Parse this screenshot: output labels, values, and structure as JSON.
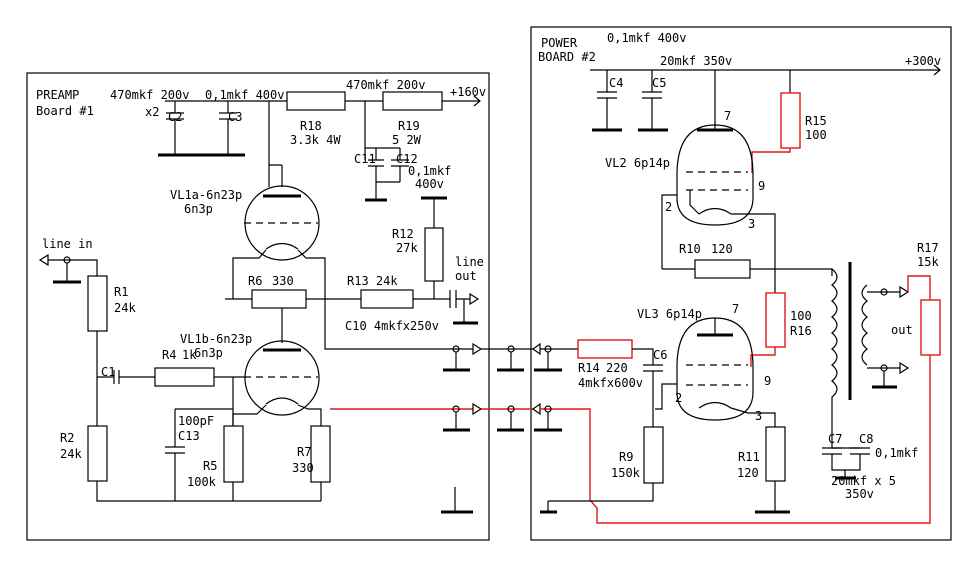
{
  "preamp": {
    "title": "PREAMP",
    "board": "Board #1",
    "c2c3_value": "470mkf 200v",
    "x2": "x2",
    "c2": "C2",
    "c3": "C3",
    "top_cap": "0,1mkf 400v",
    "c11_value": "470mkf 200v",
    "supply": "+160v",
    "r18": "R18",
    "r18_value": "3.3k 4W",
    "r19": "R19",
    "r19_value": "5 2W",
    "c11": "C11",
    "c12": "C12",
    "c12_value": "0,1mkf",
    "c12_voltage": "400v",
    "vl1a": "VL1a-6n23p",
    "vl1a_alt": "6n3p",
    "r12": "R12",
    "r12_value": "27k",
    "line_out_1": "line",
    "line_out_2": "out",
    "line_in": "line in",
    "r6": "R6",
    "r6_value": "330",
    "r13": "R13 24k",
    "c10": "C10 4mkfx250v",
    "r1": "R1",
    "r1_value": "24k",
    "vl1b": "VL1b-6n23p",
    "vl1b_alt": "6n3p",
    "r4": "R4",
    "r4_value": "1k",
    "c1": "C1",
    "c13_value": "100pF",
    "c13": "C13",
    "r2": "R2",
    "r2_value": "24k",
    "r5": "R5",
    "r5_value": "100k",
    "r7": "R7",
    "r7_value": "330"
  },
  "power": {
    "title": "POWER",
    "board": "BOARD #2",
    "top_cap": "0,1mkf 400v",
    "c4c5_value": "20mkf 350v",
    "supply": "+300v",
    "c4": "C4",
    "c5": "C5",
    "r15": "R15",
    "r15_value": "100",
    "vl2": "VL2 6p14p",
    "pin7": "7",
    "pin9": "9",
    "pin2": "2",
    "pin3": "3",
    "r10": "R10",
    "r10_value": "120",
    "r17": "R17",
    "r17_value": "15k",
    "vl3": "VL3 6p14p",
    "r16_value": "100",
    "r16": "R16",
    "out": "out",
    "r14": "R14",
    "r14_value": "220",
    "c6": "C6",
    "c6_value": "4mkfx600v",
    "c7": "C7",
    "c8": "C8",
    "c8_value": "0,1mkf",
    "r9": "R9",
    "r9_value": "150k",
    "r11": "R11",
    "r11_value": "120",
    "c7_value": "20mkf x 5",
    "c7_voltage": "350v"
  },
  "colors": {
    "wire": "#000000",
    "highlight": "#e01818",
    "background": "#ffffff"
  }
}
